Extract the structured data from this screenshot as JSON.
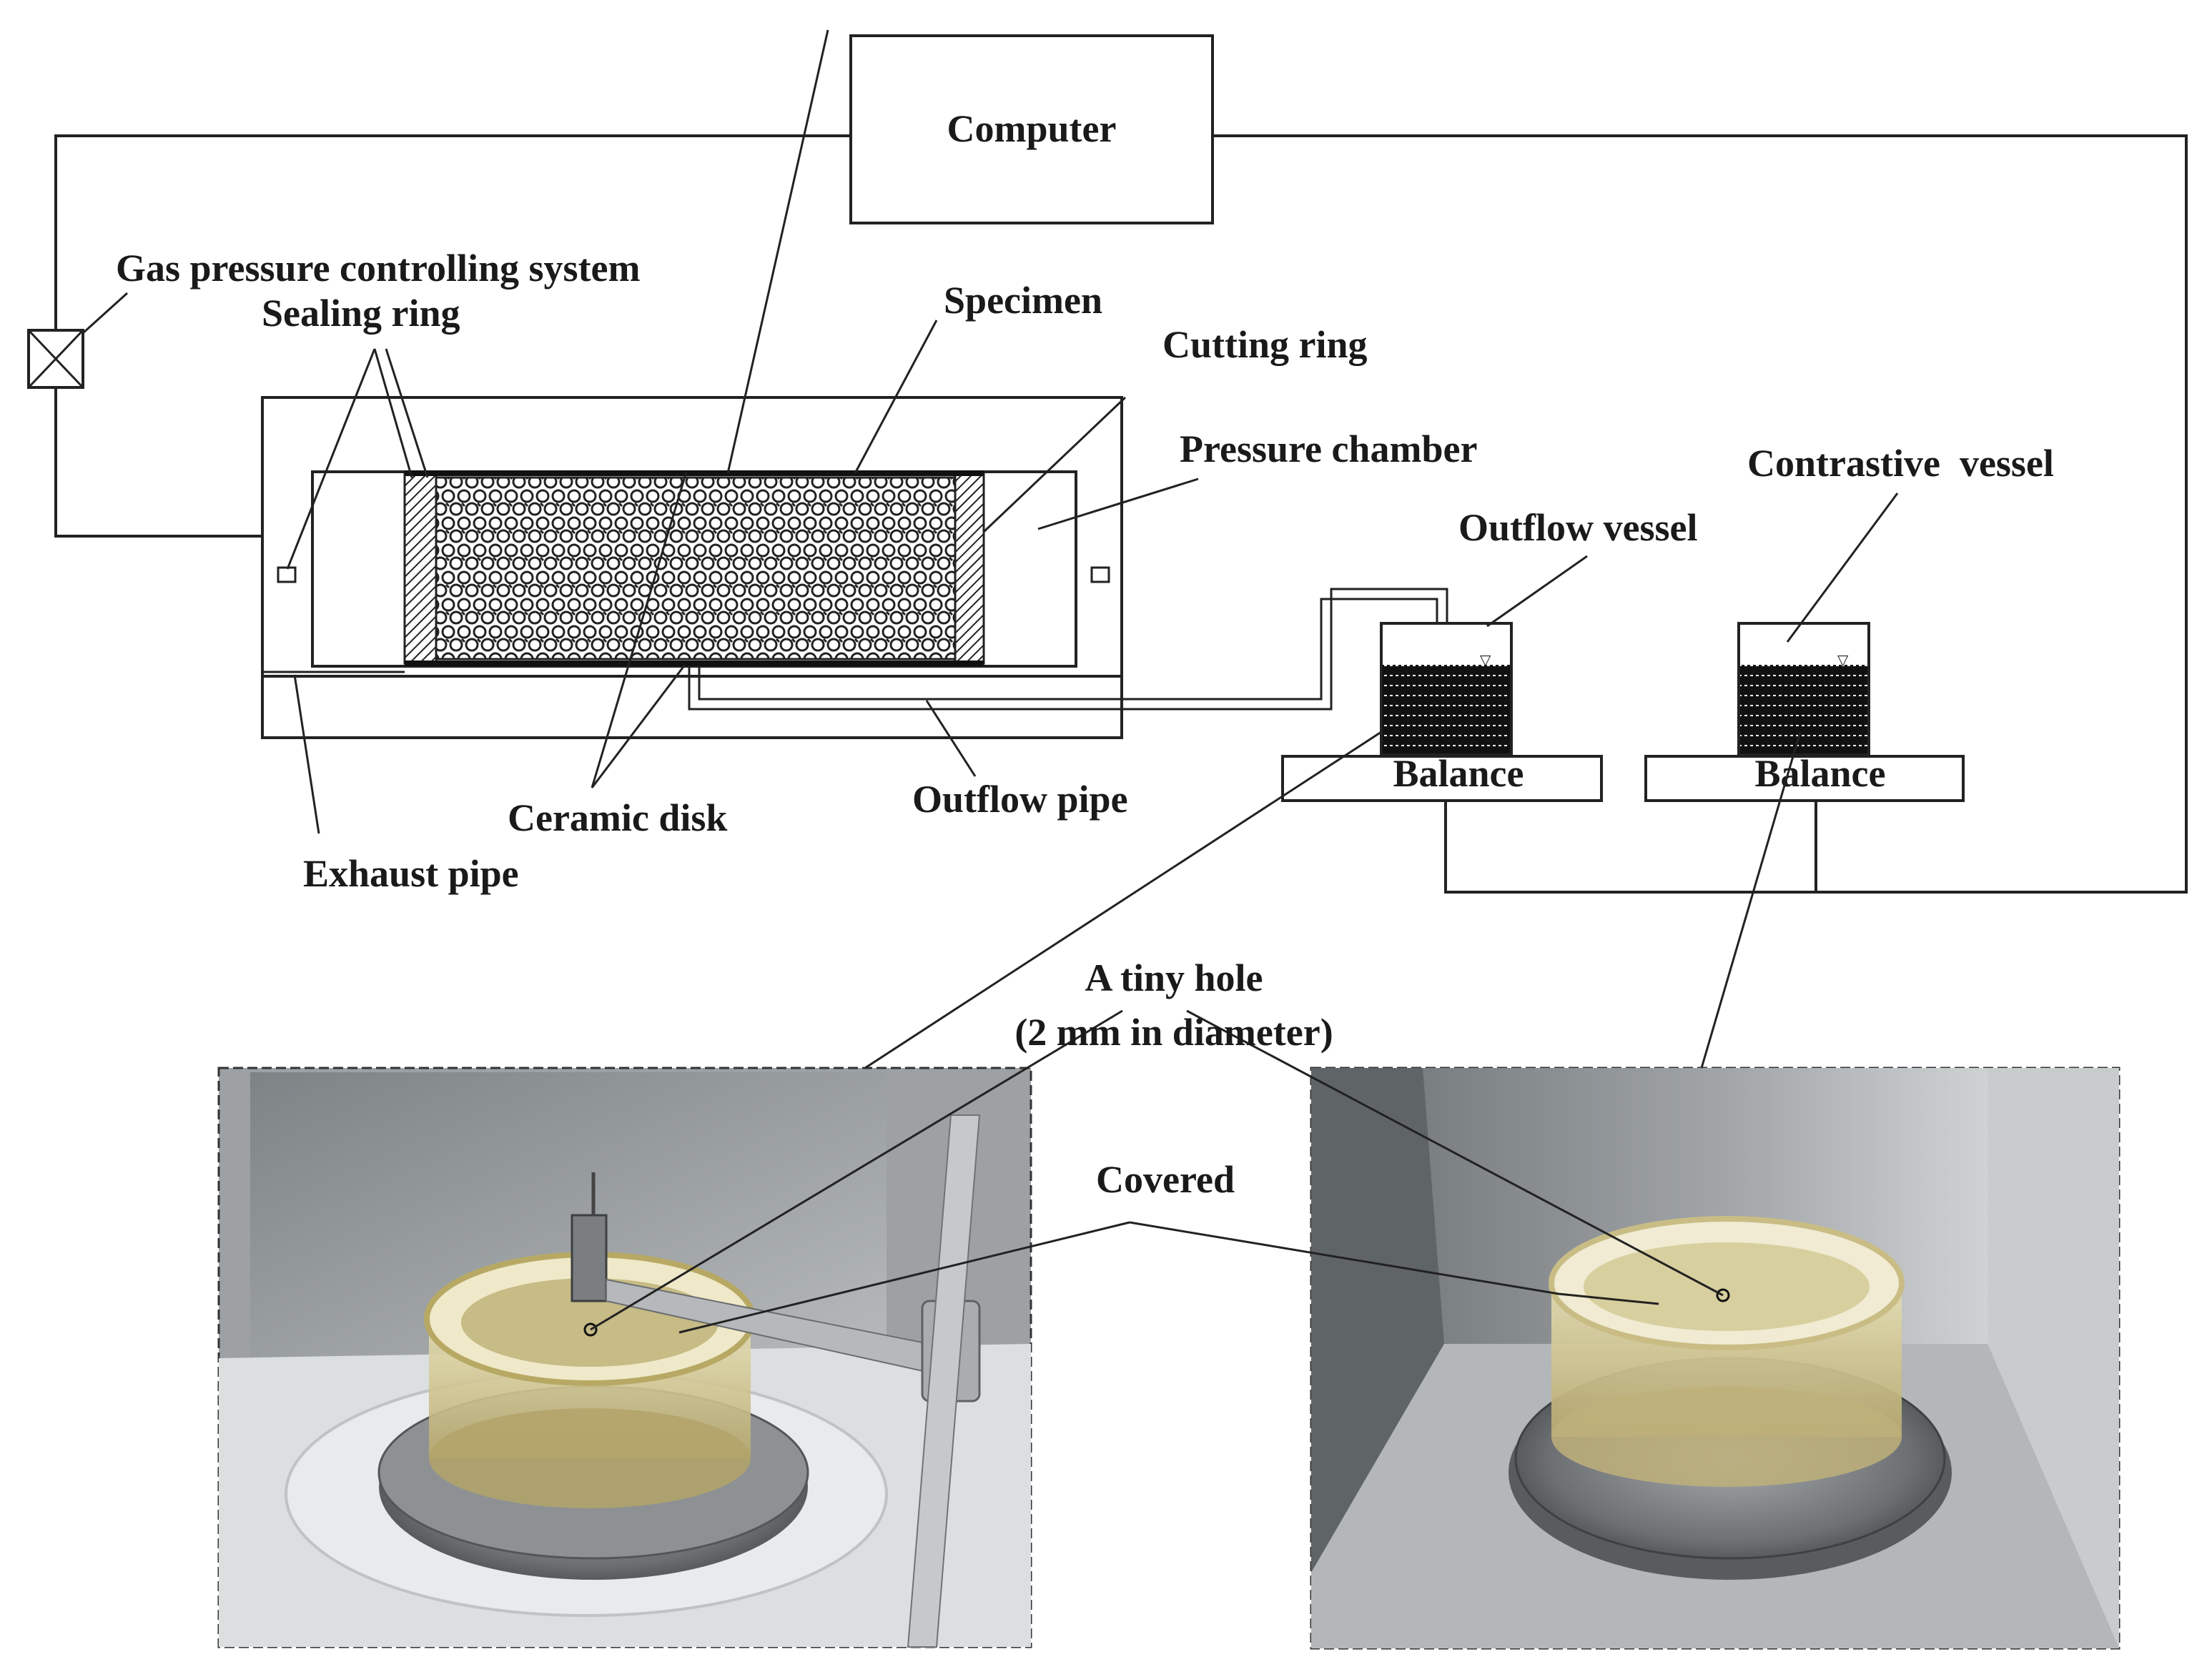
{
  "labels": {
    "computer": "Computer",
    "gas_system": "Gas pressure controlling system",
    "sealing_ring": "Sealing ring",
    "specimen": "Specimen",
    "cutting_ring": "Cutting ring",
    "pressure_chamber": "Pressure chamber",
    "contrastive_vessel": "Contrastive  vessel",
    "outflow_vessel": "Outflow vessel",
    "balance_left": "Balance",
    "balance_right": "Balance",
    "ceramic_disk": "Ceramic disk",
    "outflow_pipe": "Outflow pipe",
    "exhaust_pipe": "Exhaust pipe",
    "tiny_hole_line1": "A tiny hole",
    "tiny_hole_line2": "(2 mm in diameter)",
    "covered": "Covered"
  },
  "colors": {
    "line": "#222222",
    "water": "#111111",
    "photo_wall": "#8f9396",
    "photo_steel": "#6b6e70",
    "vessel_fluid": "#c9bf8a"
  }
}
